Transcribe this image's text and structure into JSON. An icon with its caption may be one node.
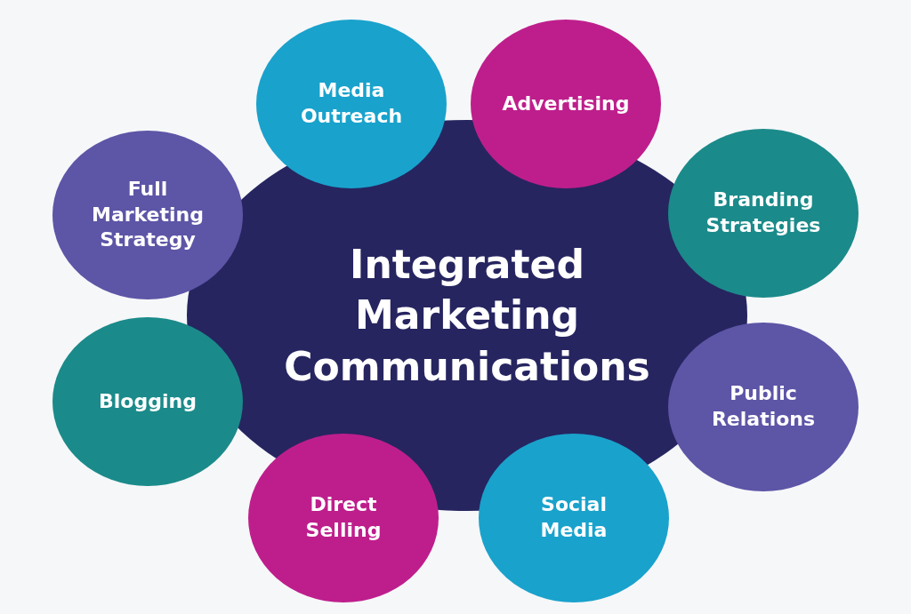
{
  "diagram": {
    "nodes": [
      {
        "text": [
          "Integrated Marketing Communications"
        ]
      },
      {
        "text": [
          "Media Outreach"
        ]
      },
      {
        "text": [
          "Advertising"
        ]
      },
      {
        "text": [
          "Branding Strategies"
        ]
      },
      {
        "text": [
          "Public Relations"
        ]
      },
      {
        "text": [
          "Social Media"
        ]
      },
      {
        "text": [
          "Direct Selling"
        ]
      },
      {
        "text": [
          "Blogging"
        ]
      },
      {
        "text": [
          "Full Marketing Strategy"
        ]
      }
    ],
    "edges": []
  }
}
